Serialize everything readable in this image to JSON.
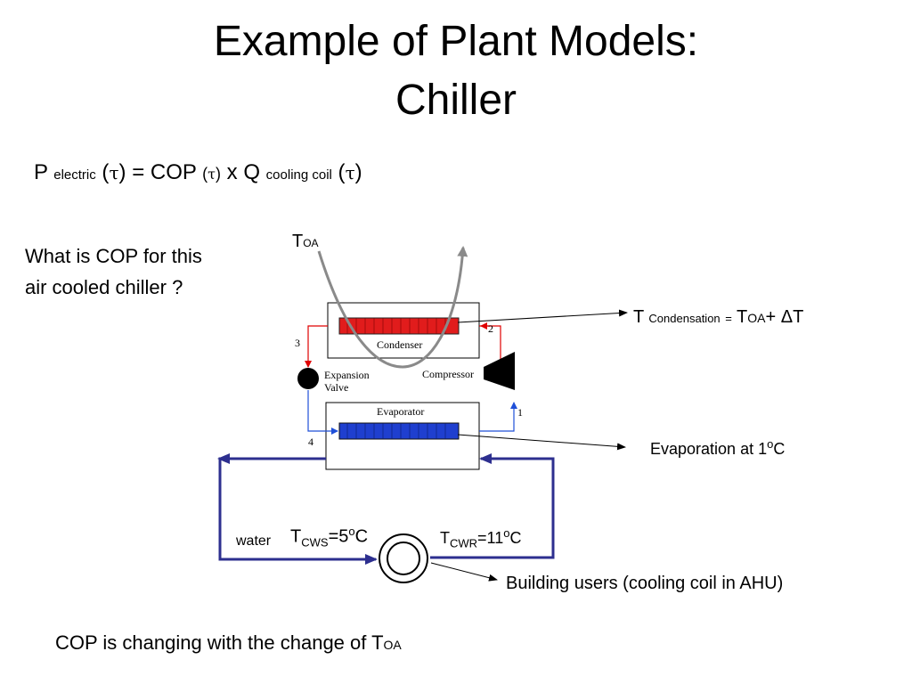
{
  "title": {
    "line1": "Example of Plant Models:",
    "line2": "Chiller"
  },
  "equation": {
    "p": "P",
    "electric": "electric",
    "tau": "τ",
    "eq_cop": "= COP",
    "x_q": "x Q",
    "cooling_coil": "cooling coil"
  },
  "question": {
    "line1": "What is COP for this",
    "line2": "air cooled chiller ?"
  },
  "labels": {
    "t": "T",
    "oa": "OA",
    "condensation": "Condensation",
    "equals": "=",
    "plus_delta": "+ ΔT",
    "evaporation": "Evaporation at 1",
    "degree": "o",
    "celsius": "C",
    "water": "water",
    "cws": "CWS",
    "cws_value": "=5",
    "cwr": "CWR",
    "cwr_value": "=11",
    "building_users": "Building users (cooling coil in AHU)",
    "footer": "COP is changing with the change of T"
  },
  "diagram": {
    "condenser": "Condenser",
    "evaporator": "Evaporator",
    "compressor": "Compressor",
    "expansion": "Expansion",
    "valve": "Valve",
    "n1": "1",
    "n2": "2",
    "n3": "3",
    "n4": "4"
  },
  "colors": {
    "refrigerant_hot": "#e00000",
    "refrigerant_cold": "#1f4fd8",
    "water_loop": "#2d2f8f",
    "air_curve": "#8a8a8a"
  }
}
